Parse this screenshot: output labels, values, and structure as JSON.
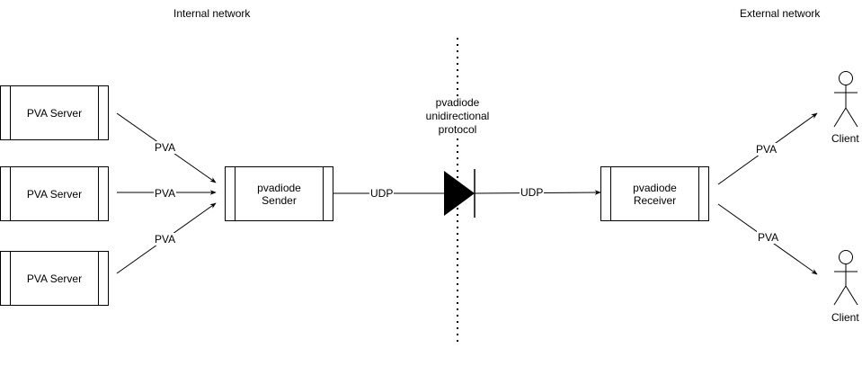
{
  "regions": {
    "internal": "Internal network",
    "external": "External network"
  },
  "servers": [
    {
      "label": "PVA Server"
    },
    {
      "label": "PVA Server"
    },
    {
      "label": "PVA Server"
    }
  ],
  "sender": {
    "line1": "pvadiode",
    "line2": "Sender"
  },
  "receiver": {
    "line1": "pvadiode",
    "line2": "Receiver"
  },
  "edges": {
    "server1": "PVA",
    "server2": "PVA",
    "server3": "PVA",
    "sender_to_diode": "UDP",
    "diode_to_receiver": "UDP",
    "receiver_to_client1": "PVA",
    "receiver_to_client2": "PVA"
  },
  "protocol": {
    "line1": "pvadiode",
    "line2": "unidirectional",
    "line3": "protocol"
  },
  "clients": [
    {
      "label": "Client"
    },
    {
      "label": "Client"
    }
  ]
}
